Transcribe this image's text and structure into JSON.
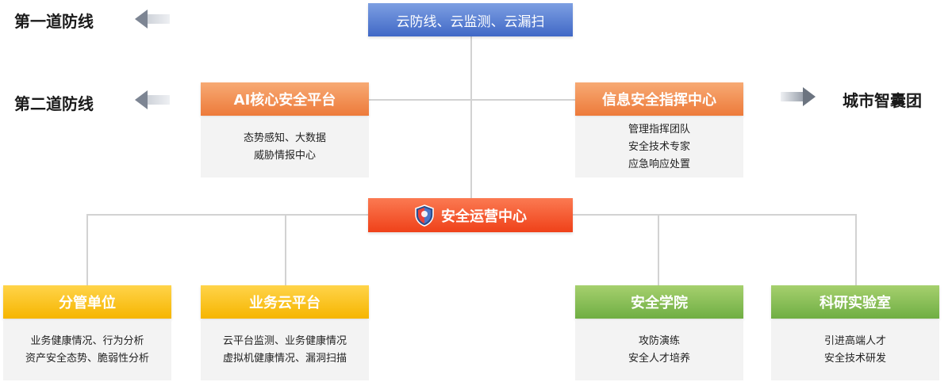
{
  "left_labels": {
    "first_line": "第一道防线",
    "second_line": "第二道防线"
  },
  "right_label": "城市智囊团",
  "top": {
    "title": "云防线、云监测、云漏扫"
  },
  "ai_platform": {
    "title": "AI核心安全平台",
    "items": [
      "态势感知、大数据",
      "威胁情报中心"
    ]
  },
  "info_center": {
    "title": "信息安全指挥中心",
    "items": [
      "管理指挥团队",
      "安全技术专家",
      "应急响应处置"
    ]
  },
  "soc": {
    "title": "安全运营中心",
    "icon": "shield-icon"
  },
  "bottom_nodes": [
    {
      "title": "分管单位",
      "items": [
        "业务健康情况、行为分析",
        "资产安全态势、脆弱性分析"
      ]
    },
    {
      "title": "业务云平台",
      "items": [
        "云平台监测、业务健康情况",
        "虚拟机健康情况、漏洞扫描"
      ]
    },
    {
      "title": "安全学院",
      "items": [
        "攻防演练",
        "安全人才培养"
      ]
    },
    {
      "title": "科研实验室",
      "items": [
        "引进高端人才",
        "安全技术研发"
      ]
    }
  ],
  "colors": {
    "blue": "#4f77d0",
    "orange": "#ef8446",
    "red": "#f0491f",
    "yellow": "#f8bc12",
    "green": "#80b84f",
    "connector": "#d2d2d2",
    "body_bg": "#f3f3f3"
  }
}
